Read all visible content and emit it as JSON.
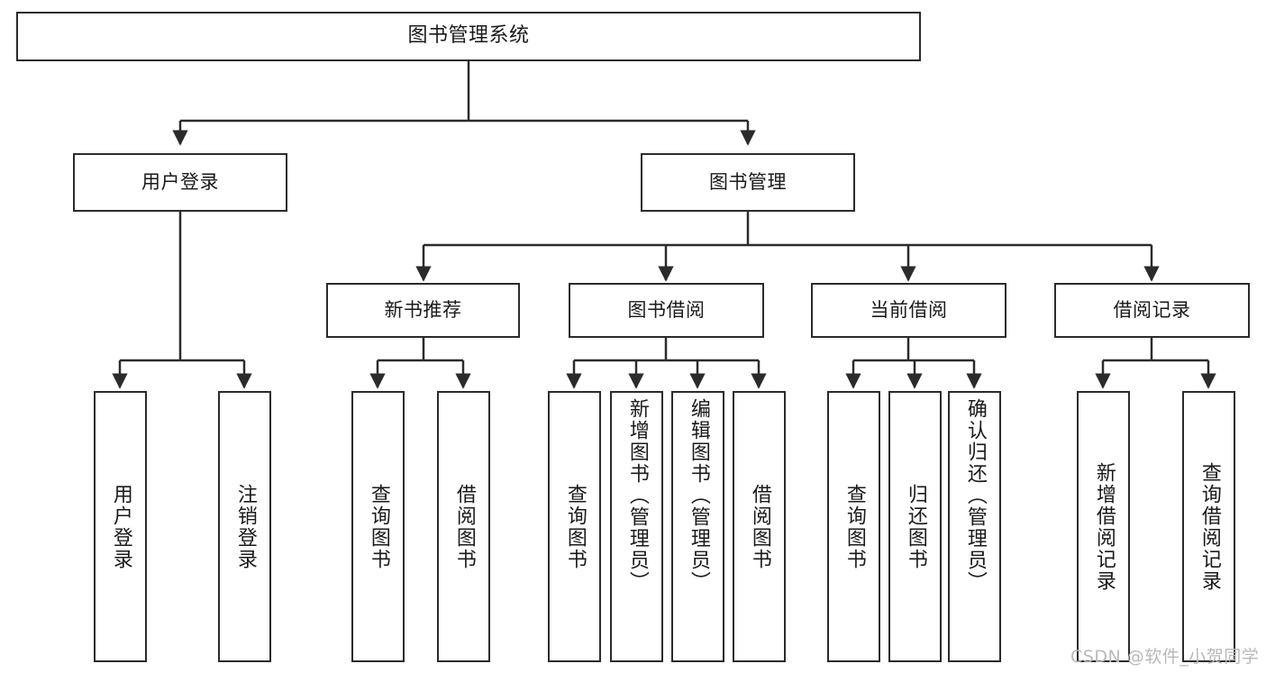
{
  "diagram": {
    "type": "tree-hierarchy-chart",
    "title": "图书管理系统",
    "background_color": "#ffffff",
    "box_border_color": "#2b2b2b",
    "connector_color": "#2b2b2b"
  },
  "root": {
    "label": "图书管理系统"
  },
  "level2": [
    {
      "label": "用户登录"
    },
    {
      "label": "图书管理"
    }
  ],
  "level3": [
    {
      "label": "新书推荐"
    },
    {
      "label": "图书借阅"
    },
    {
      "label": "当前借阅"
    },
    {
      "label": "借阅记录"
    }
  ],
  "leaves": {
    "user_login": [
      {
        "label": "用户登录"
      },
      {
        "label": "注销登录"
      }
    ],
    "new_book_recommend": [
      {
        "label": "查询图书"
      },
      {
        "label": "借阅图书"
      }
    ],
    "book_borrow": [
      {
        "label": "查询图书"
      },
      {
        "label": "新增图书（管理员）"
      },
      {
        "label": "编辑图书（管理员）"
      },
      {
        "label": "借阅图书"
      }
    ],
    "current_borrow": [
      {
        "label": "查询图书"
      },
      {
        "label": "归还图书"
      },
      {
        "label": "确认归还（管理员）"
      }
    ],
    "borrow_record": [
      {
        "label": "新增借阅记录"
      },
      {
        "label": "查询借阅记录"
      }
    ]
  },
  "watermark": {
    "text": "CSDN @软件_小贺同学"
  }
}
